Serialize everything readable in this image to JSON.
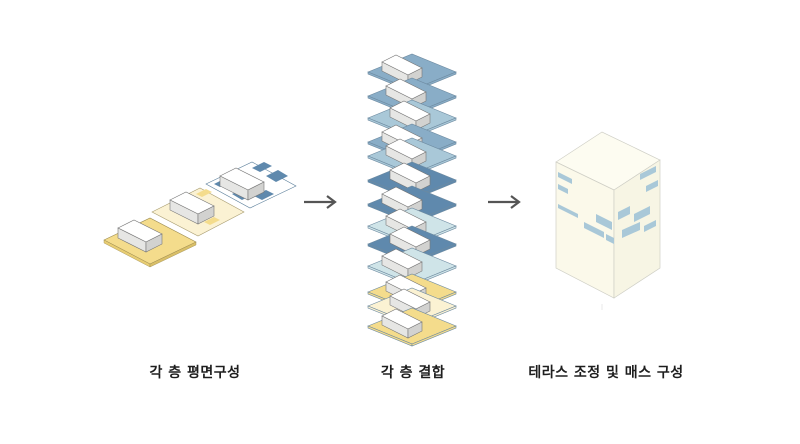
{
  "steps": [
    {
      "caption": "각 층 평면구성"
    },
    {
      "caption": "각 층 결합"
    },
    {
      "caption": "테라스 조정 및 매스 구성"
    }
  ],
  "colors": {
    "yellow": "#f4dc8c",
    "light_yellow": "#fbf2d3",
    "dark_blue": "#5f89ad",
    "mid_blue": "#89adc7",
    "light_blue": "#a9c8d8",
    "pale_teal": "#cfe4e8",
    "white_block": "#f4f4f2",
    "cream": "#fdfcf1",
    "arrow": "#555555",
    "outline": "#666666"
  },
  "icons": [
    "arrow-right-icon",
    "arrow-right-icon"
  ]
}
